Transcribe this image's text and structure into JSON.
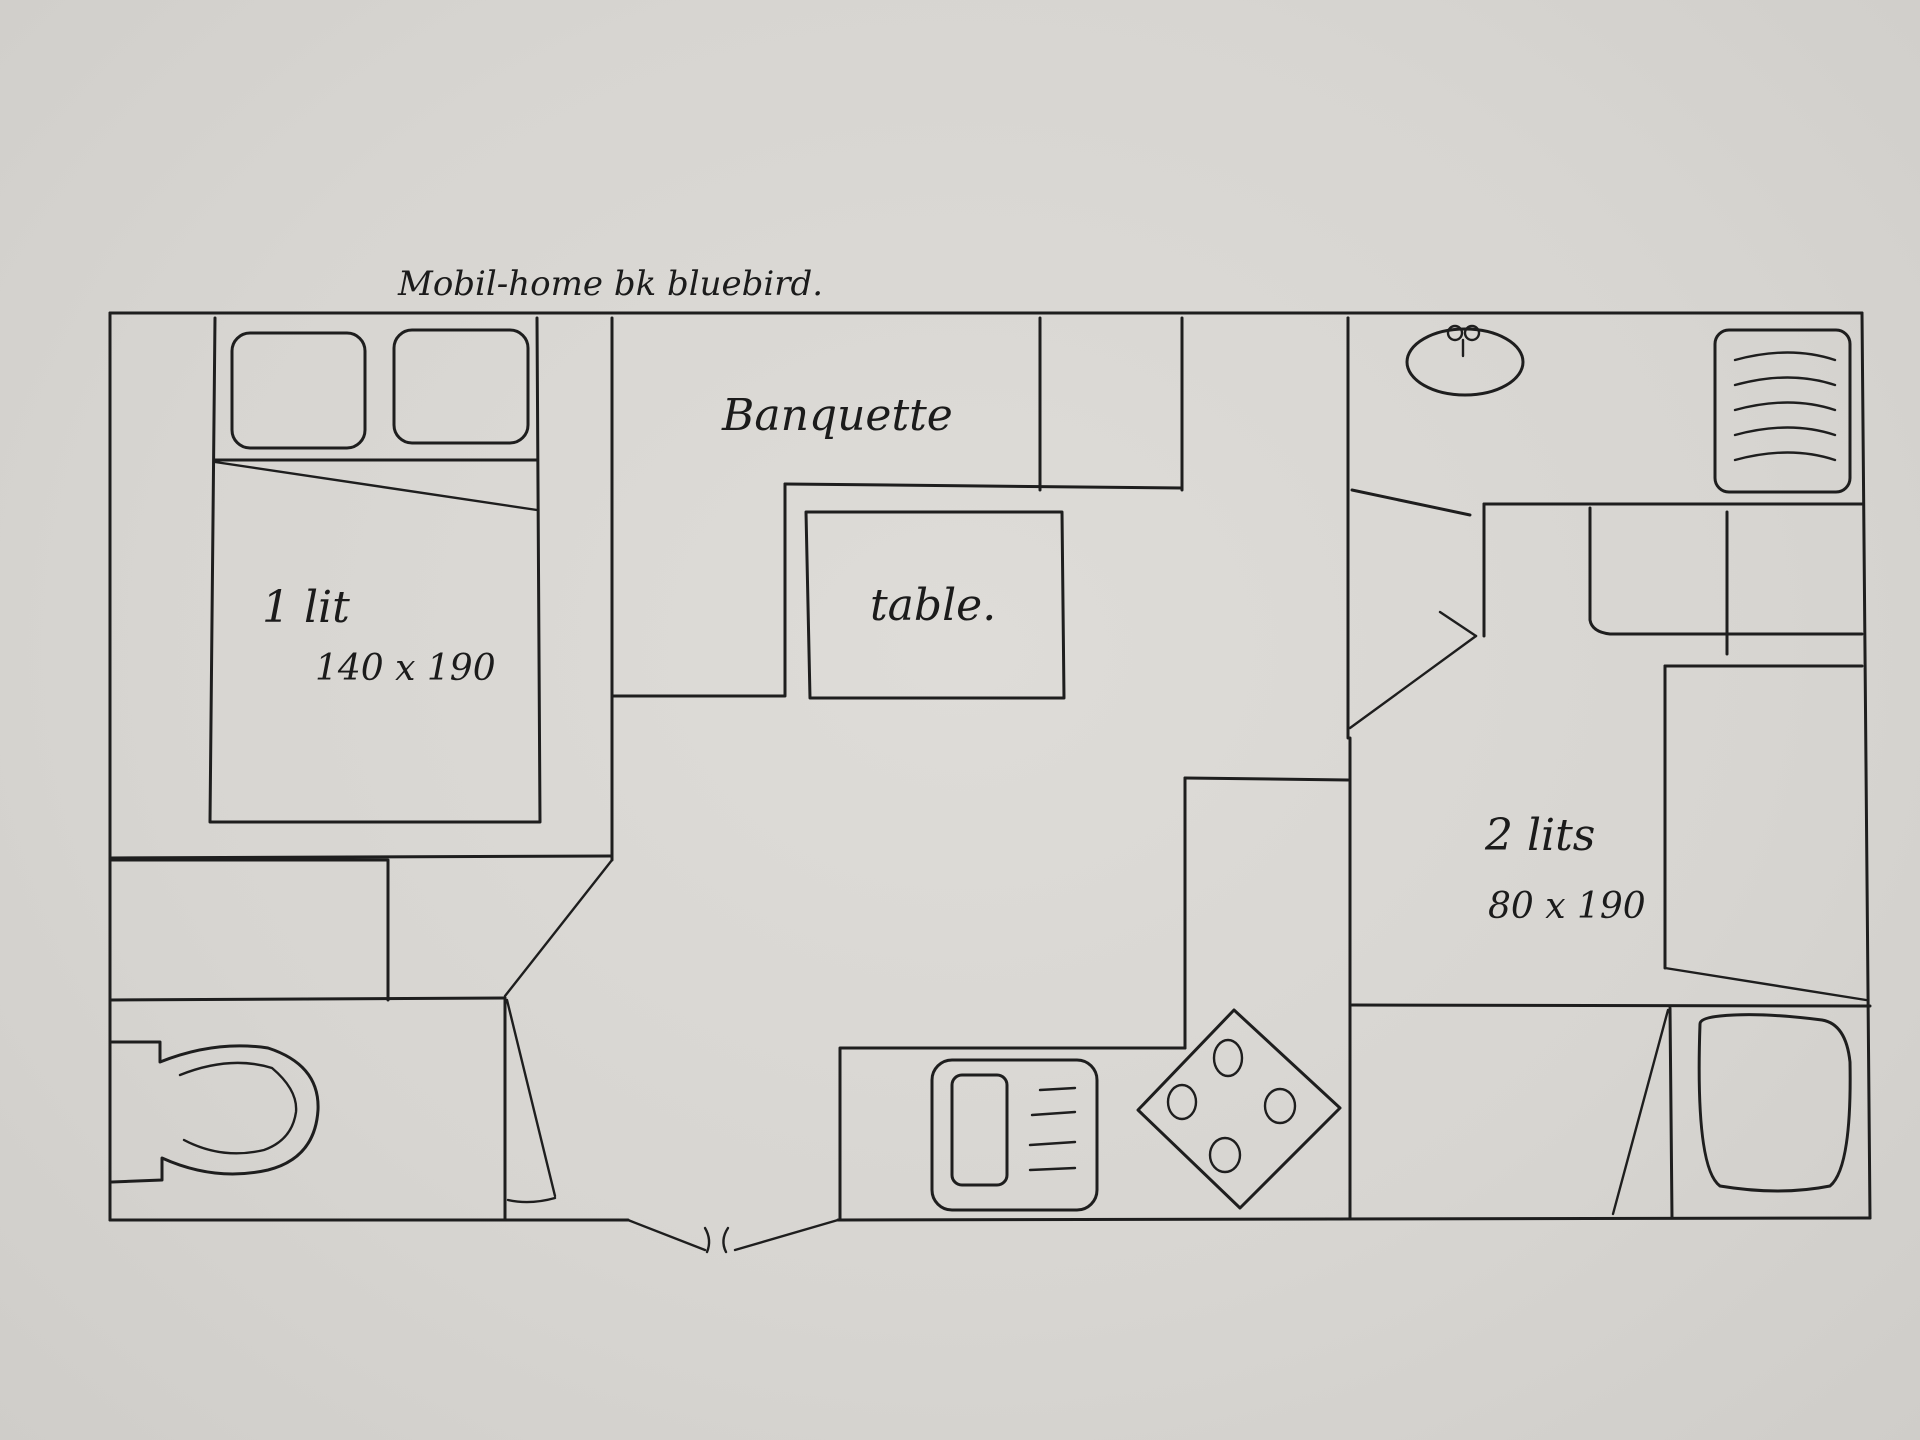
{
  "title": "Mobil-home bk bluebird.",
  "labels": {
    "banquette": "Banquette",
    "table": "table.",
    "master_bed": "1 lit",
    "master_bed_size": "140 x 190",
    "twin_beds": "2 lits",
    "twin_beds_size": "80 x 190"
  },
  "colors": {
    "paper": "#d9d7d3",
    "ink": "#1e1e1e"
  },
  "icons": [
    "toilet-icon",
    "sink-icon",
    "shower-icon",
    "kitchen-sink-icon",
    "stove-icon",
    "washbasin-icon"
  ]
}
